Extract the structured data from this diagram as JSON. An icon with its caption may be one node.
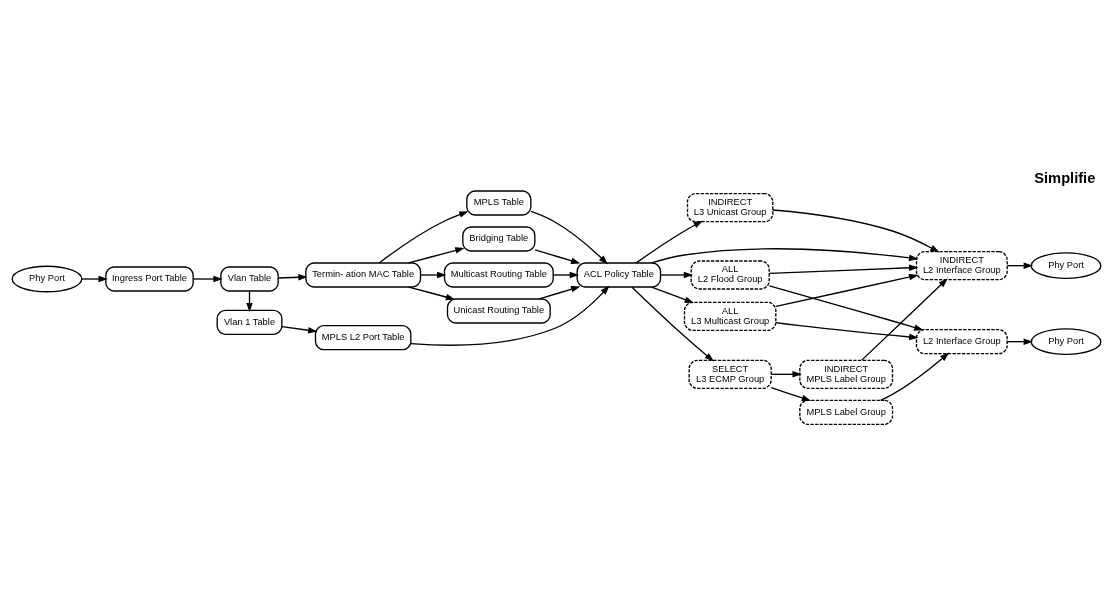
{
  "diagram": {
    "title": "Simplifie",
    "nodes": [
      {
        "text": [
          "Phy Port"
        ]
      },
      {
        "text": [
          "Ingress Port Table"
        ]
      },
      {
        "text": [
          "Vlan Table"
        ]
      },
      {
        "text": [
          "Vlan 1 Table"
        ]
      },
      {
        "text": [
          "Termin- ation MAC Table"
        ]
      },
      {
        "text": [
          "MPLS L2 Port Table"
        ]
      },
      {
        "text": [
          "Multicast Routing Table"
        ]
      },
      {
        "text": [
          "Unicast Routing Table"
        ]
      },
      {
        "text": [
          "MPLS Table"
        ]
      },
      {
        "text": [
          "Bridging Table"
        ]
      },
      {
        "text": [
          "ACL Policy Table"
        ]
      },
      {
        "text": [
          "SELECT",
          "L3 ECMP Group"
        ]
      },
      {
        "text": [
          "INDIRECT",
          "MPLS Label Group"
        ]
      },
      {
        "text": [
          "MPLS Label Group"
        ]
      },
      {
        "text": [
          "INDIRECT",
          "L3 Unicast Group"
        ]
      },
      {
        "text": [
          "ALL",
          "L2 Flood Group"
        ]
      },
      {
        "text": [
          "ALL",
          "L3 Multicast Group"
        ]
      },
      {
        "text": [
          "INDIRECT",
          "L2 Interface Group"
        ]
      },
      {
        "text": [
          "L2 Interface Group"
        ]
      },
      {
        "text": [
          "Phy Port"
        ]
      },
      {
        "text": [
          "Phy Port"
        ]
      }
    ],
    "edges": [
      {
        "from": 0,
        "to": 1,
        "arrow": "to"
      },
      {
        "from": 1,
        "to": 2,
        "arrow": "to"
      },
      {
        "from": 2,
        "to": 3,
        "arrow": "to"
      },
      {
        "from": 2,
        "to": 4,
        "arrow": "to"
      },
      {
        "from": 3,
        "to": 5,
        "arrow": "to"
      },
      {
        "from": 4,
        "to": 6,
        "arrow": "to"
      },
      {
        "from": 4,
        "to": 7,
        "arrow": "to"
      },
      {
        "from": 4,
        "to": 8,
        "arrow": "to"
      },
      {
        "from": 4,
        "to": 9,
        "arrow": "to"
      },
      {
        "from": 5,
        "to": 10,
        "arrow": "to"
      },
      {
        "from": 6,
        "to": 10,
        "arrow": "to"
      },
      {
        "from": 7,
        "to": 10,
        "arrow": "to"
      },
      {
        "from": 8,
        "to": 10,
        "arrow": "to"
      },
      {
        "from": 9,
        "to": 10,
        "arrow": "to"
      },
      {
        "from": 10,
        "to": 11,
        "arrow": "to"
      },
      {
        "from": 10,
        "to": 14,
        "arrow": "to"
      },
      {
        "from": 10,
        "to": 17,
        "arrow": "to"
      },
      {
        "from": 10,
        "to": 15,
        "arrow": "to"
      },
      {
        "from": 10,
        "to": 16,
        "arrow": "to"
      },
      {
        "from": 11,
        "to": 12,
        "arrow": "to"
      },
      {
        "from": 11,
        "to": 13,
        "arrow": "to"
      },
      {
        "from": 12,
        "to": 17,
        "arrow": "to"
      },
      {
        "from": 13,
        "to": 18,
        "arrow": "to"
      },
      {
        "from": 14,
        "to": 17,
        "arrow": "to"
      },
      {
        "from": 15,
        "to": 17,
        "arrow": "to"
      },
      {
        "from": 15,
        "to": 18,
        "arrow": "to"
      },
      {
        "from": 16,
        "to": 17,
        "arrow": "to"
      },
      {
        "from": 16,
        "to": 18,
        "arrow": "to"
      },
      {
        "from": 17,
        "to": 19,
        "arrow": "to"
      },
      {
        "from": 18,
        "to": 20,
        "arrow": "to"
      }
    ]
  }
}
